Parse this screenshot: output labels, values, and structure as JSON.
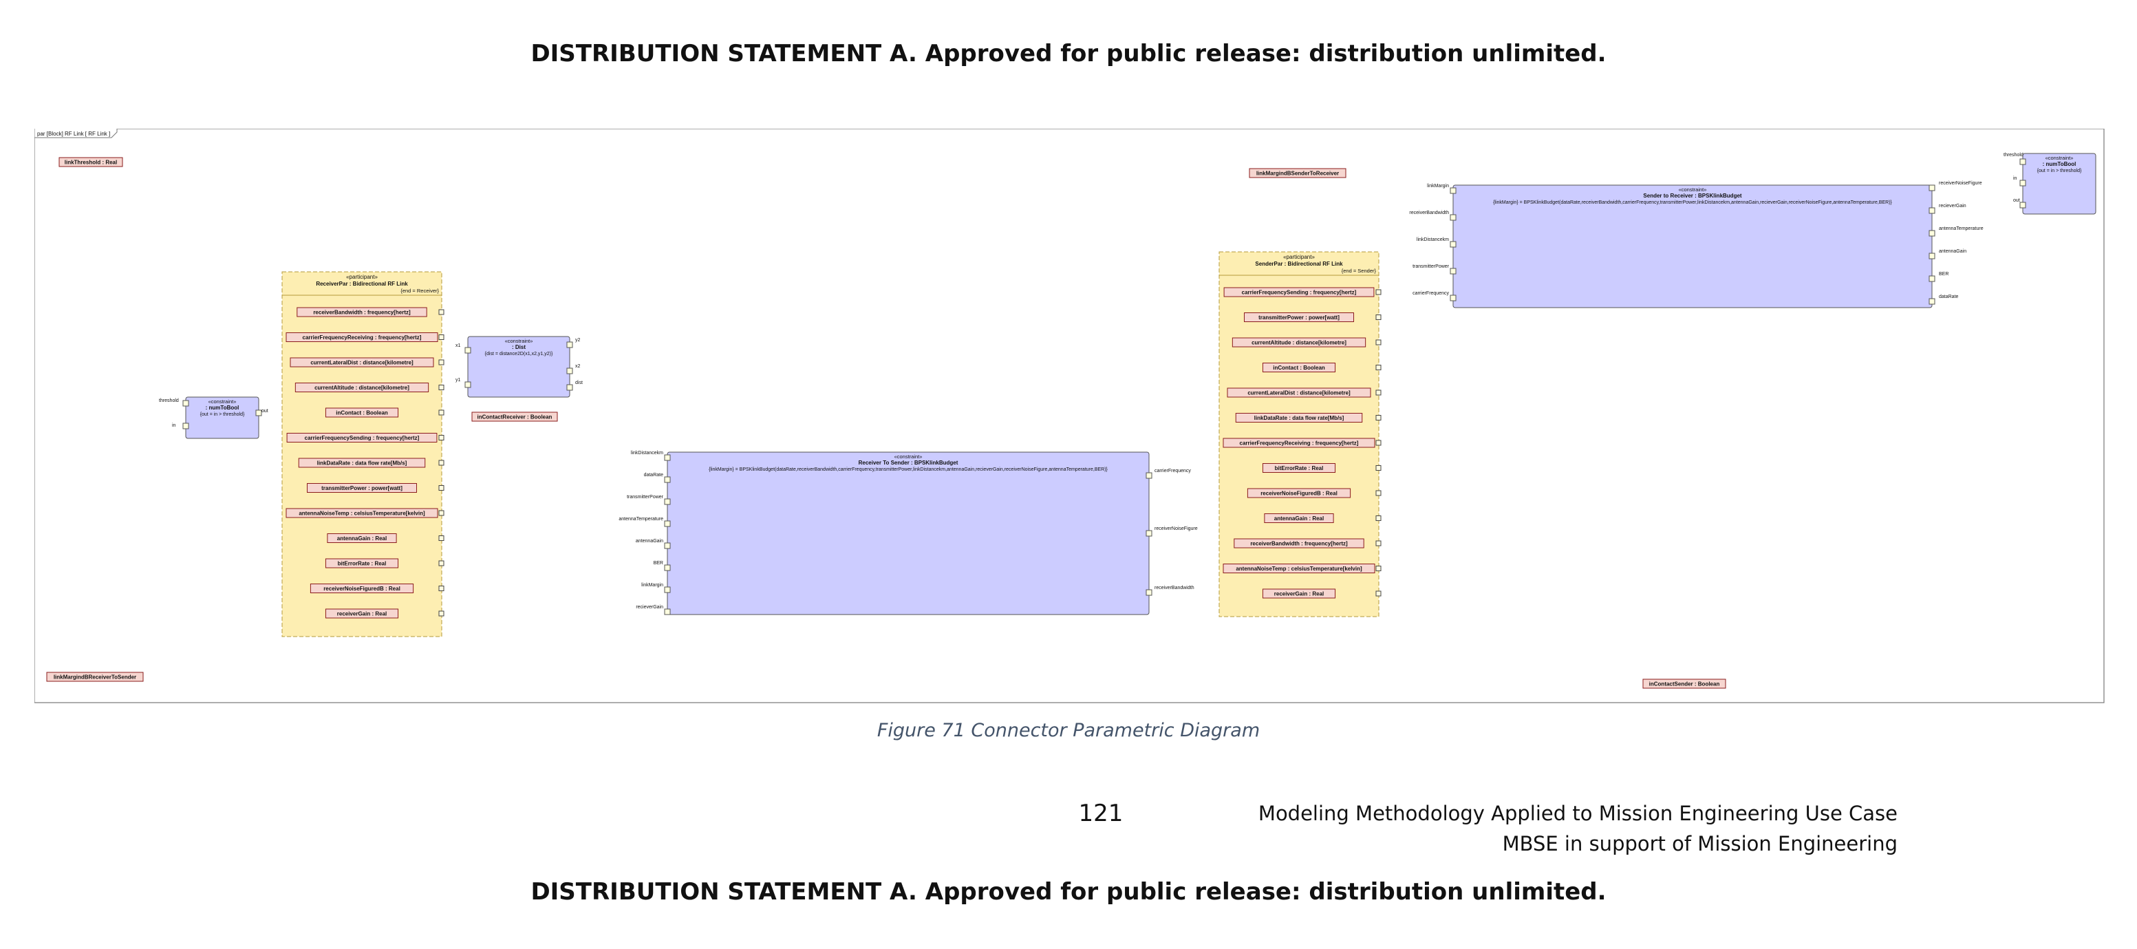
{
  "header": {
    "distribution": "DISTRIBUTION STATEMENT A. Approved for public release: distribution unlimited."
  },
  "diagram": {
    "frame_title": "par [Block] RF Link [ RF Link ]",
    "stereo_constraint": "«constraint»",
    "stereo_participant": "«participant»",
    "loose_values": {
      "link_threshold": "linkThreshold : Real",
      "link_margin_recv_to_send": "linkMargindBReceiverToSender",
      "link_margin_send_to_recv": "linkMargindBSenderToReceiver",
      "in_contact_receiver": "inContactReceiver : Boolean",
      "in_contact_sender": "inContactSender : Boolean"
    },
    "num_to_bool_left": {
      "name": ": numToBool",
      "expr": "{out = in > threshold}",
      "ports": [
        "threshold",
        "in",
        "out"
      ]
    },
    "num_to_bool_right": {
      "name": ": numToBool",
      "expr": "{out = in > threshold}",
      "ports": [
        "threshold",
        "in",
        "out"
      ]
    },
    "dist": {
      "name": ": Dist",
      "expr": "{dist = distance2D(x1,x2,y1,y2)}",
      "ports": [
        "x1",
        "y1",
        "x2",
        "y2",
        "dist"
      ]
    },
    "receiver_par": {
      "name": "ReceiverPar : Bidirectional RF Link",
      "end": "{end = Receiver}",
      "properties": [
        "receiverBandwidth : frequency[hertz]",
        "carrierFrequencyReceiving : frequency[hertz]",
        "currentLateralDist : distance[kilometre]",
        "currentAltitude : distance[kilometre]",
        "inContact : Boolean",
        "carrierFrequencySending : frequency[hertz]",
        "linkDataRate : data flow rate[Mb/s]",
        "transmitterPower : power[watt]",
        "antennaNoiseTemp : celsiusTemperature[kelvin]",
        "antennaGain : Real",
        "bitErrorRate : Real",
        "receiverNoiseFiguredB : Real",
        "receiverGain : Real"
      ]
    },
    "sender_par": {
      "name": "SenderPar : Bidirectional RF Link",
      "end": "{end = Sender}",
      "properties": [
        "carrierFrequencySending : frequency[hertz]",
        "transmitterPower : power[watt]",
        "currentAltitude : distance[kilometre]",
        "inContact : Boolean",
        "currentLateralDist : distance[kilometre]",
        "linkDataRate : data flow rate[Mb/s]",
        "carrierFrequencyReceiving : frequency[hertz]",
        "bitErrorRate : Real",
        "receiverNoiseFiguredB : Real",
        "antennaGain : Real",
        "receiverBandwidth : frequency[hertz]",
        "antennaNoiseTemp : celsiusTemperature[kelvin]",
        "receiverGain : Real"
      ]
    },
    "receiver_to_sender": {
      "name": "Receiver To Sender : BPSKlinkBudget",
      "expr": "{linkMargin} = BPSKlinkBudget(dataRate,receiverBandwidth,carrierFrequency,transmitterPower,linkDistancekm,antennaGain,recieverGain,receiverNoiseFigure,antennaTemperature,BER)}",
      "left_ports": [
        "linkDistancekm",
        "dataRate",
        "transmitterPower",
        "antennaTemperature",
        "antennaGain",
        "BER",
        "linkMargin",
        "recieverGain"
      ],
      "right_ports": [
        "carrierFrequency",
        "receiverNoiseFigure",
        "receiverBandwidth"
      ]
    },
    "sender_to_receiver": {
      "name": "Sender to Receiver : BPSKlinkBudget",
      "expr": "{linkMargin} = BPSKlinkBudget(dataRate,receiverBandwidth,carrierFrequency,transmitterPower,linkDistancekm,antennaGain,recieverGain,receiverNoiseFigure,antennaTemperature,BER)}",
      "left_ports": [
        "linkMargin",
        "receiverBandwidth",
        "linkDistancekm",
        "transmitterPower",
        "carrierFrequency"
      ],
      "right_ports": [
        "receiverNoiseFigure",
        "recieverGain",
        "antennaTemperature",
        "antennaGain",
        "BER",
        "dataRate"
      ]
    }
  },
  "caption": "Figure 71 Connector Parametric Diagram",
  "footer": {
    "page_number": "121",
    "line1": "Modeling Methodology Applied to Mission Engineering Use Case",
    "line2": "MBSE in support of Mission Engineering",
    "distribution": "DISTRIBUTION STATEMENT A. Approved for public release: distribution unlimited."
  }
}
